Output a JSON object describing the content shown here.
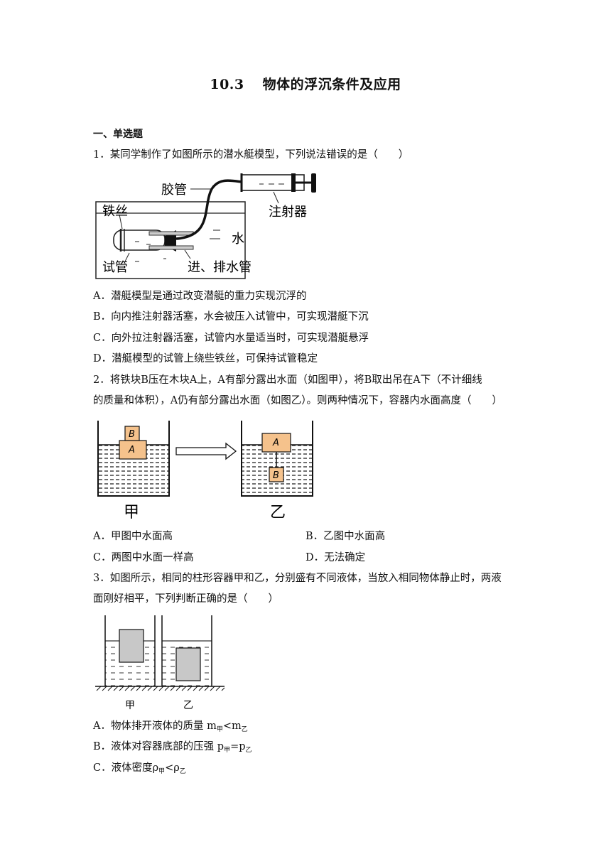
{
  "title": {
    "number": "10.3",
    "text": "物体的浮沉条件及应用"
  },
  "section": "一、单选题",
  "q1": {
    "stem": "1．某同学制作了如图所示的潜水艇模型，下列说法错误的是（　　）",
    "figure_labels": {
      "hose": "胶管",
      "syringe": "注射器",
      "wire": "铁丝",
      "water": "水",
      "tube": "试管",
      "pipe": "进、排水管"
    },
    "options": [
      "A．潜艇模型是通过改变潜艇的重力实现沉浮的",
      "B．向内推注射器活塞，水会被压入试管中，可实现潜艇下沉",
      "C．向外拉注射器活塞，试管内水量适当时，可实现潜艇悬浮",
      "D．潜艇模型的试管上绕些铁丝，可保持试管稳定"
    ]
  },
  "q2": {
    "stem_line1": "2．将铁块B压在木块A上，A有部分露出水面（如图甲），将B取出吊在A下（不计细线",
    "stem_line2": "的质量和体积），A仍有部分露出水面（如图乙）。则两种情况下，容器内水面高度（　　）",
    "figure_labels": {
      "a": "A",
      "b": "B",
      "left": "甲",
      "right": "乙"
    },
    "options": [
      "A．甲图中水面高",
      "B．乙图中水面高",
      "C．两图中水面一样高",
      "D．无法确定"
    ]
  },
  "q3": {
    "stem_line1": "3．如图所示，相同的柱形容器甲和乙，分别盛有不同液体，当放入相同物体静止时，两液",
    "stem_line2": "面刚好相平，下列判断正确的是（　　）",
    "figure_labels": {
      "left": "甲",
      "right": "乙"
    },
    "optA": {
      "text": "A．物体排开液体的质量 m",
      "sub1": "甲",
      "rel": "<m",
      "sub2": "乙"
    },
    "optB": {
      "text": "B．液体对容器底部的压强 p",
      "sub1": "甲",
      "rel": "=p",
      "sub2": "乙"
    },
    "optC": {
      "text": "C．液体密度ρ",
      "sub1": "甲",
      "rel": "<ρ",
      "sub2": "乙"
    }
  },
  "colors": {
    "block": "#f5c28c",
    "gray_block": "#c8c8c8"
  }
}
